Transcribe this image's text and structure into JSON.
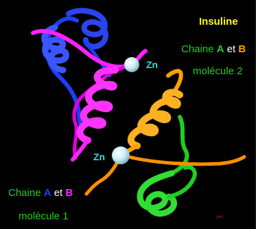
{
  "title": "Insuline",
  "molecule2": {
    "line1_prefix": "Chaine ",
    "chain_a": "A",
    "conj": " et ",
    "chain_b": "B",
    "line2": "molécule 2"
  },
  "molecule1": {
    "line1_prefix": "Chaine ",
    "chain_a": "A",
    "conj": " et ",
    "chain_b": "B",
    "line2": "molécule 1"
  },
  "zinc_top": "Zn",
  "zinc_bottom": "Zn",
  "credit": "(bth)",
  "colors": {
    "background": "#000000",
    "title": "#ffff00",
    "chain_a_mol1": "#1f3dff",
    "chain_b_mol1": "#ff22ff",
    "chain_a_mol2": "#22cc22",
    "chain_b_mol2": "#ffa000",
    "zinc": "#c8ecf4",
    "zinc_label": "#33dddd"
  }
}
